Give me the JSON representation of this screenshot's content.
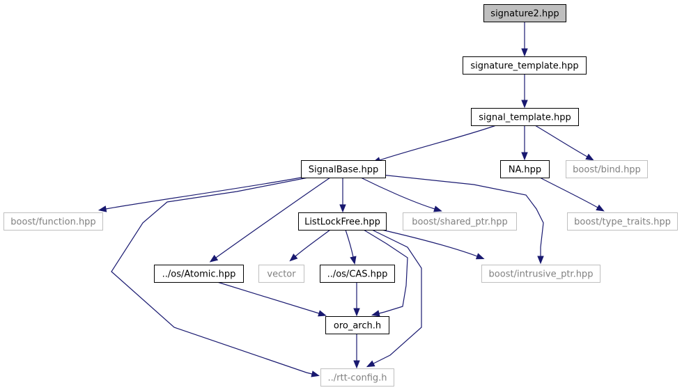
{
  "graph": {
    "colors": {
      "edge": "#191970",
      "root_fill": "#bfbfbf",
      "documented_border": "#000000",
      "external_border": "#bfbfbf",
      "documented_text": "#000000",
      "external_text": "#808080"
    },
    "nodes": [
      {
        "id": "signature2",
        "label": "signature2.hpp",
        "kind": "root"
      },
      {
        "id": "signature_template",
        "label": "signature_template.hpp",
        "kind": "documented"
      },
      {
        "id": "signal_template",
        "label": "signal_template.hpp",
        "kind": "documented"
      },
      {
        "id": "signalbase",
        "label": "SignalBase.hpp",
        "kind": "documented"
      },
      {
        "id": "na",
        "label": "NA.hpp",
        "kind": "documented"
      },
      {
        "id": "boost_bind",
        "label": "boost/bind.hpp",
        "kind": "external"
      },
      {
        "id": "boost_function",
        "label": "boost/function.hpp",
        "kind": "external"
      },
      {
        "id": "listlockfree",
        "label": "ListLockFree.hpp",
        "kind": "documented"
      },
      {
        "id": "boost_shared_ptr",
        "label": "boost/shared_ptr.hpp",
        "kind": "external"
      },
      {
        "id": "boost_type_traits",
        "label": "boost/type_traits.hpp",
        "kind": "external"
      },
      {
        "id": "os_atomic",
        "label": "../os/Atomic.hpp",
        "kind": "documented"
      },
      {
        "id": "vector",
        "label": "vector",
        "kind": "external"
      },
      {
        "id": "os_cas",
        "label": "../os/CAS.hpp",
        "kind": "documented"
      },
      {
        "id": "boost_intrusive_ptr",
        "label": "boost/intrusive_ptr.hpp",
        "kind": "external"
      },
      {
        "id": "oro_arch",
        "label": "oro_arch.h",
        "kind": "documented"
      },
      {
        "id": "rtt_config",
        "label": "../rtt-config.h",
        "kind": "external"
      }
    ],
    "edges": [
      {
        "from": "signature2",
        "to": "signature_template"
      },
      {
        "from": "signature_template",
        "to": "signal_template"
      },
      {
        "from": "signal_template",
        "to": "signalbase"
      },
      {
        "from": "signal_template",
        "to": "na"
      },
      {
        "from": "signal_template",
        "to": "boost_bind"
      },
      {
        "from": "signalbase",
        "to": "boost_function"
      },
      {
        "from": "signalbase",
        "to": "listlockfree"
      },
      {
        "from": "signalbase",
        "to": "boost_shared_ptr"
      },
      {
        "from": "signalbase",
        "to": "os_atomic"
      },
      {
        "from": "signalbase",
        "to": "boost_intrusive_ptr"
      },
      {
        "from": "signalbase",
        "to": "rtt_config"
      },
      {
        "from": "na",
        "to": "boost_type_traits"
      },
      {
        "from": "listlockfree",
        "to": "vector"
      },
      {
        "from": "listlockfree",
        "to": "os_cas"
      },
      {
        "from": "listlockfree",
        "to": "boost_intrusive_ptr"
      },
      {
        "from": "listlockfree",
        "to": "oro_arch"
      },
      {
        "from": "listlockfree",
        "to": "rtt_config"
      },
      {
        "from": "os_atomic",
        "to": "oro_arch"
      },
      {
        "from": "os_cas",
        "to": "oro_arch"
      },
      {
        "from": "oro_arch",
        "to": "rtt_config"
      }
    ]
  }
}
